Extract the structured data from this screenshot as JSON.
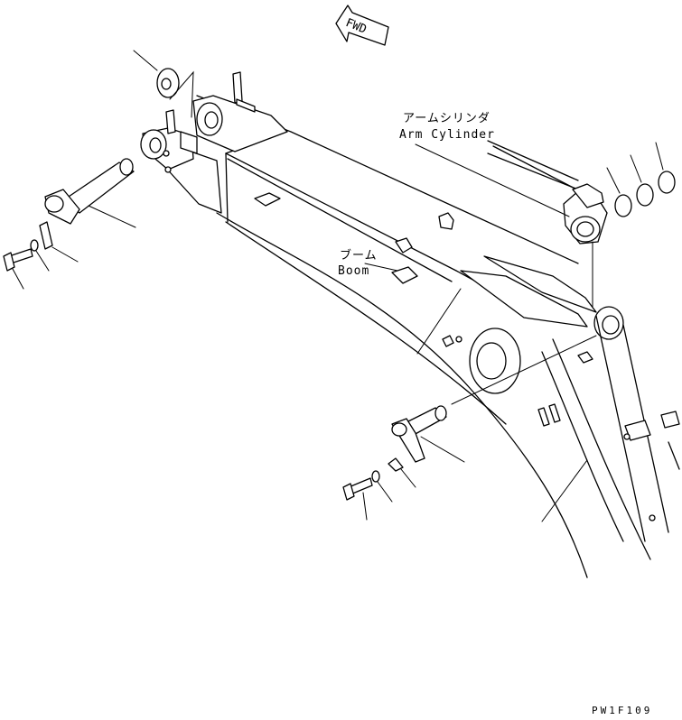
{
  "labels": {
    "arm_cylinder_jp": "アームシリンダ",
    "arm_cylinder_en": "Arm Cylinder",
    "boom_jp": "ブーム",
    "boom_en": "Boom",
    "fwd": "FWD",
    "drawing_code": "PW1F109"
  }
}
